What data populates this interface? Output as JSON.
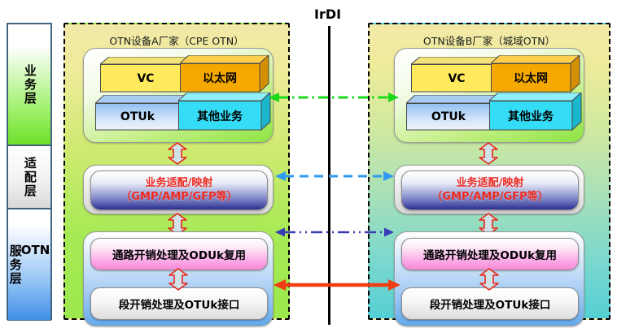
{
  "diagram": {
    "interface_label": "IrDI",
    "layers": [
      {
        "id": "service",
        "label": "业务层",
        "color": "#8ce442"
      },
      {
        "id": "adaptation",
        "label": "适配层",
        "color": "#d8d8d8"
      },
      {
        "id": "otn",
        "label_latin": "OTN",
        "label_cjk": "服务层",
        "color": "#3f90e8"
      }
    ],
    "panels": [
      {
        "id": "panel-a",
        "title": "OTN设备A厂家（CPE OTN）",
        "service_boxes": [
          {
            "label": "VC",
            "color": "#ffe95c"
          },
          {
            "label": "以太网",
            "color": "#f5a800"
          },
          {
            "label": "OTUk",
            "color": "#6fa8e8"
          },
          {
            "label": "其他业务",
            "color": "#35dcf5"
          }
        ],
        "adaptation_box": {
          "line1": "业务适配/映射",
          "line2": "（GMP/AMP/GFP等）"
        },
        "otn_boxes": [
          {
            "label": "通路开销处理及ODUk复用",
            "color": "#fba9e6"
          },
          {
            "label": "段开销处理及OTUk接口",
            "color": "#e6e6e6"
          }
        ]
      },
      {
        "id": "panel-b",
        "title": "OTN设备B厂家（城域OTN）",
        "service_boxes": [
          {
            "label": "VC",
            "color": "#ffe95c"
          },
          {
            "label": "以太网",
            "color": "#f5a800"
          },
          {
            "label": "OTUk",
            "color": "#6fa8e8"
          },
          {
            "label": "其他业务",
            "color": "#35dcf5"
          }
        ],
        "adaptation_box": {
          "line1": "业务适配/映射",
          "line2": "（GMP/AMP/GFP等）"
        },
        "otn_boxes": [
          {
            "label": "通路开销处理及ODUk复用",
            "color": "#fba9e6"
          },
          {
            "label": "段开销处理及OTUk接口",
            "color": "#e6e6e6"
          }
        ]
      }
    ],
    "connectors": [
      {
        "id": "service-link",
        "style": "dash-dot",
        "color": "#19d919",
        "layer": "业务层"
      },
      {
        "id": "adaptation-link",
        "style": "dashed",
        "color": "#2e9bf0",
        "layer": "适配层"
      },
      {
        "id": "oduk-link",
        "style": "dash-dot-dot",
        "color": "#3b3bb5",
        "layer": "通路"
      },
      {
        "id": "otuk-link",
        "style": "solid",
        "color": "#f03c10",
        "layer": "段"
      }
    ]
  }
}
